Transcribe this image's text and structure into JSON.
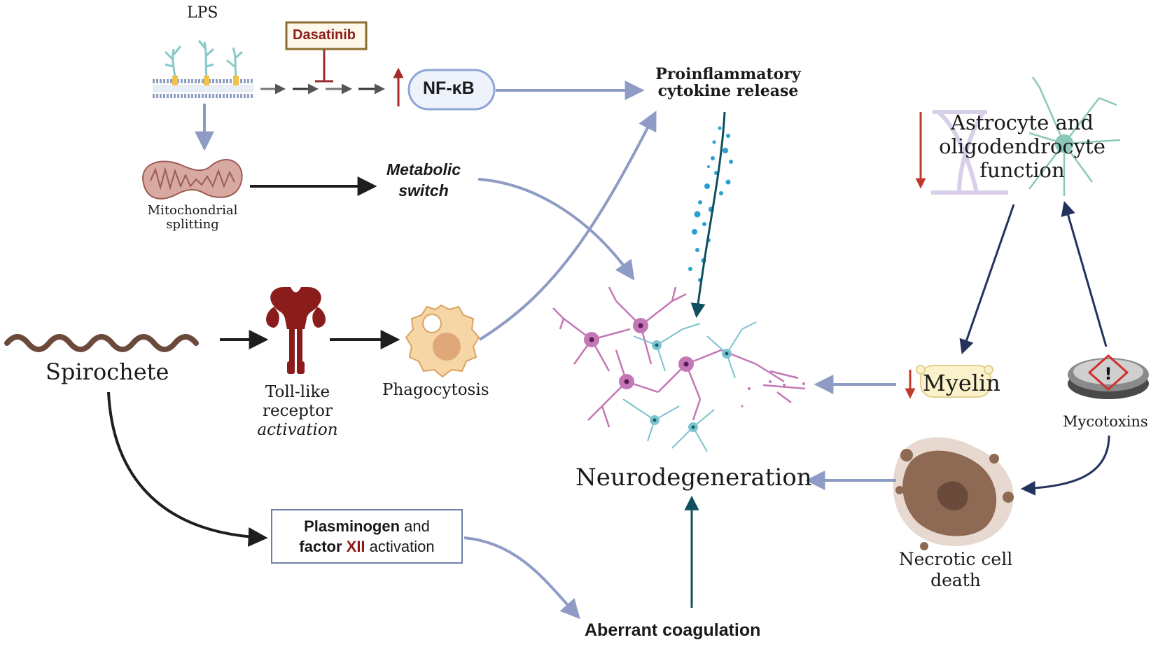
{
  "colors": {
    "arrow_blue": "#8e9bc4",
    "arrow_black": "#1e1e1e",
    "arrow_navy": "#24325e",
    "arrow_teal": "#0f4f5e",
    "inhibit_red": "#9b2a2a",
    "down_red": "#c0392b",
    "up_red": "#a52a2a",
    "dasatinib_border": "#8a6d2f",
    "nfkb_border": "#8ea5d6",
    "box_border": "#6f7fa8",
    "spirochete": "#6b4a3c",
    "tlr_red": "#8b1c1c",
    "phagocyte": "#f6d6a6",
    "neuron_pink": "#c377b4",
    "neuron_teal": "#7cc2cf",
    "necrotic": "#8e6a54"
  },
  "labels": {
    "lps": "LPS",
    "dasatinib": "Dasatinib",
    "nfkb": "NF-κB",
    "proinflammatory_1": "Proinflammatory",
    "proinflammatory_2": "cytokine release",
    "mitochondrial_1": "Mitochondrial",
    "mitochondrial_2": "splitting",
    "metabolic_1": "Metabolic",
    "metabolic_2": "switch",
    "astrocyte_1": "Astrocyte and",
    "astrocyte_2": "oligodendrocyte",
    "astrocyte_3": "function",
    "spirochete": "Spirochete",
    "tlr_1": "Toll-like",
    "tlr_2": "receptor",
    "tlr_3": "activation",
    "phagocytosis": "Phagocytosis",
    "myelin": "Myelin",
    "mycotoxins": "Mycotoxins",
    "neurodegeneration": "Neurodegeneration",
    "plasminogen_bold": "Plasminogen",
    "plasminogen_and": " and",
    "factor_bold": "factor ",
    "factor_xii": "XII",
    "factor_activation": " activation",
    "necrotic_1": "Necrotic cell",
    "necrotic_2": "death",
    "aberrant": "Aberrant coagulation"
  },
  "icons": [
    "lps-membrane-icon",
    "mitochondrion-icon",
    "spirochete-icon",
    "toll-like-receptor-icon",
    "phagocyte-icon",
    "neuron-network-icon",
    "cytokine-droplets-icon",
    "astrocyte-icon",
    "oligodendrocyte-icon",
    "myelin-icon",
    "petri-dish-mycotoxin-icon",
    "necrotic-cell-icon"
  ]
}
